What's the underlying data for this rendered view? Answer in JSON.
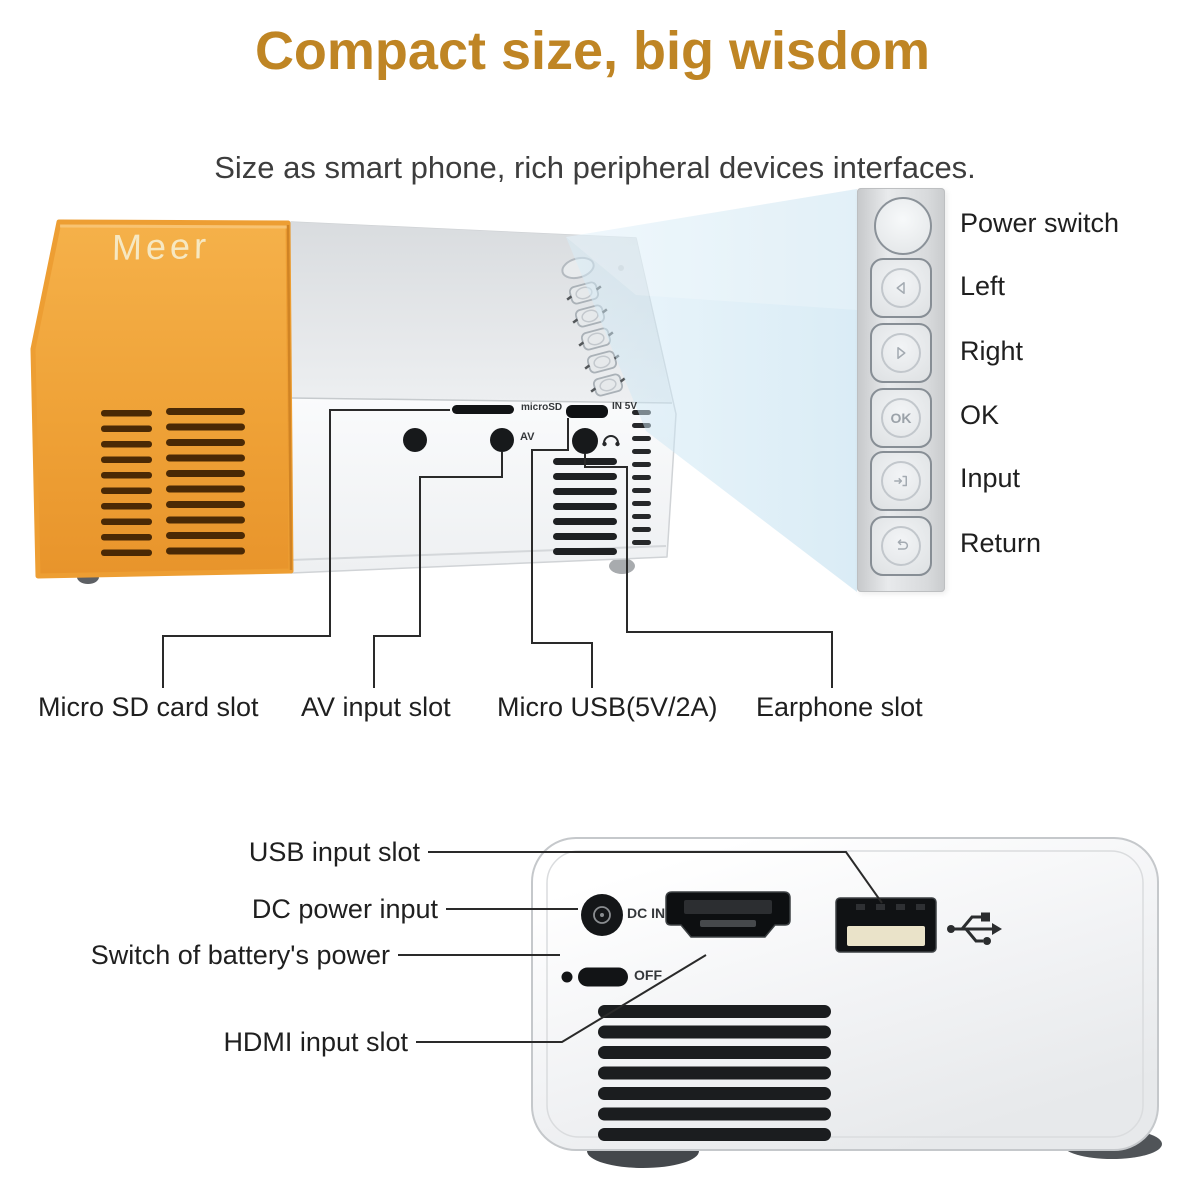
{
  "header": {
    "title": "Compact size, big wisdom",
    "subtitle": "Size as smart phone, rich peripheral devices interfaces."
  },
  "device": {
    "brand_logo": "Meer"
  },
  "side_markings": {
    "micro_sd": "microSD",
    "power_in": "IN 5V",
    "av": "AV"
  },
  "side_callouts": [
    {
      "label": "Micro SD card slot"
    },
    {
      "label": "AV input slot"
    },
    {
      "label": "Micro USB(5V/2A)"
    },
    {
      "label": "Earphone slot"
    }
  ],
  "control_panel": {
    "items": [
      {
        "label": "Power switch"
      },
      {
        "label": "Left"
      },
      {
        "label": "Right"
      },
      {
        "label": "OK",
        "glyph": "OK"
      },
      {
        "label": "Input"
      },
      {
        "label": "Return"
      }
    ]
  },
  "rear_markings": {
    "dc_in": "DC IN",
    "battery_off": "OFF"
  },
  "rear_callouts": [
    {
      "label": "USB input slot"
    },
    {
      "label": "DC power input"
    },
    {
      "label": "Switch of battery's power"
    },
    {
      "label": "HDMI input slot"
    }
  ],
  "colors": {
    "title_orange": "#BF8524",
    "body_orange": "#F0A23C",
    "beam_blue": "#CDE6F4",
    "line_black": "#2a2a2a"
  }
}
